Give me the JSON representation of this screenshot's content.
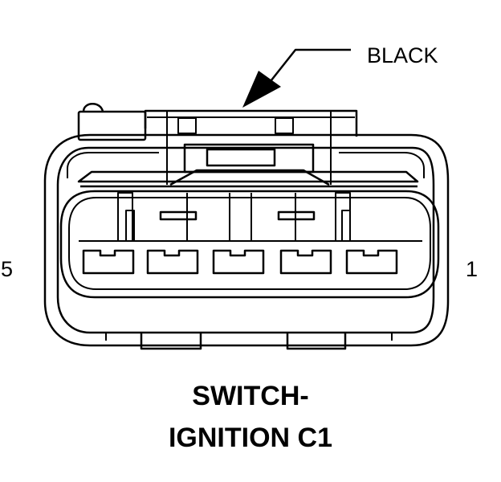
{
  "diagram": {
    "title_lines": [
      "SWITCH-",
      "IGNITION C1"
    ],
    "color_label": "BLACK",
    "pin_left": "5",
    "pin_right": "1",
    "cavities": 5,
    "colors": {
      "line": "#000000",
      "background": "#ffffff"
    }
  }
}
